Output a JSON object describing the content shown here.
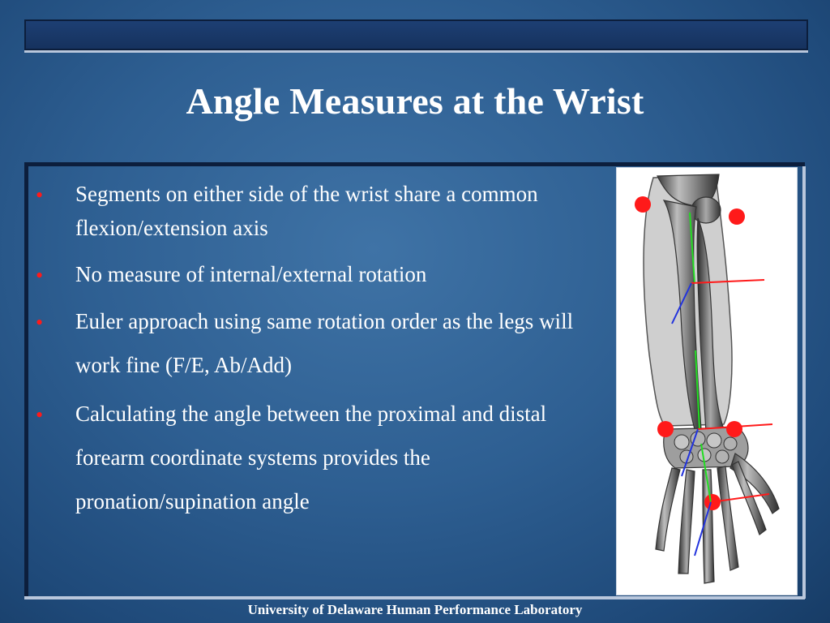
{
  "slide": {
    "title": "Angle Measures at the Wrist",
    "bullets": [
      "Segments on either side of the wrist share a common flexion/extension axis",
      "No measure of internal/external rotation",
      "Euler approach using same rotation order as the legs will work fine (F/E, Ab/Add)",
      "Calculating the angle between the proximal and distal forearm coordinate systems provides the pronation/supination angle"
    ],
    "bullet_symbol": "•",
    "footer": "University of Delaware Human Performance Laboratory"
  },
  "colors": {
    "background": "#2e5f92",
    "title_text": "#ffffff",
    "bullet_symbol": "#ff1a1a",
    "marker_red": "#ff1a1a",
    "axis_green": "#22dd22",
    "axis_blue": "#2233dd"
  }
}
